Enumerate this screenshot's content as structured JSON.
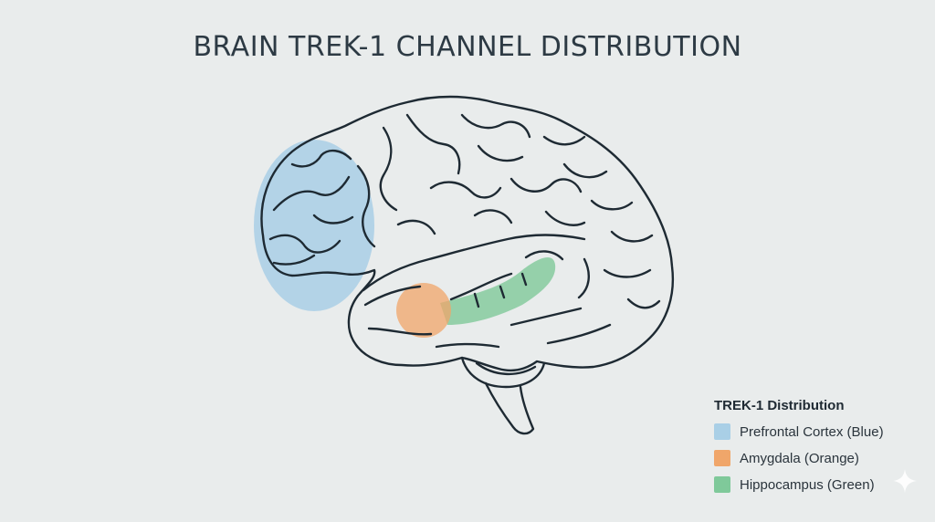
{
  "title": "BRAIN TREK-1 CHANNEL DISTRIBUTION",
  "regions": [
    {
      "name": "Prefrontal Cortex",
      "color": "#a9cfe6"
    },
    {
      "name": "Amygdala",
      "color": "#f0a66a"
    },
    {
      "name": "Hippocampus",
      "color": "#7fc99a"
    }
  ],
  "legend": {
    "title": "TREK-1 Distribution",
    "items": [
      {
        "label": "Prefrontal Cortex (Blue)",
        "color": "#a9cfe6"
      },
      {
        "label": "Amygdala (Orange)",
        "color": "#f0a66a"
      },
      {
        "label": "Hippocampus (Green)",
        "color": "#7fc99a"
      }
    ]
  },
  "icons": {
    "corner": "sparkle-icon"
  }
}
